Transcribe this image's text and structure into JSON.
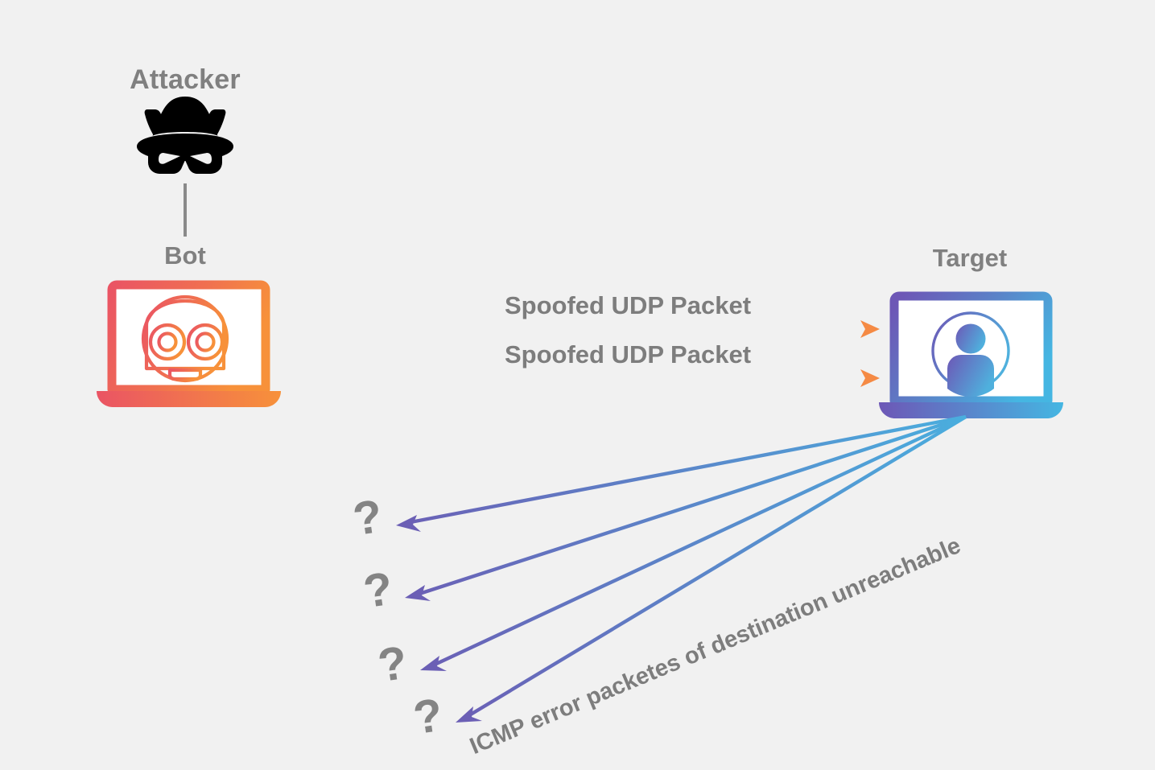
{
  "diagram": {
    "title_nodes": {
      "attacker": "Attacker",
      "bot": "Bot",
      "target": "Target"
    },
    "icons": {
      "attacker": "spy-hat-mask-icon",
      "bot": "robot-face-icon",
      "target": "user-person-icon"
    },
    "flows": {
      "outbound": [
        {
          "label": "Spoofed UDP Packet"
        },
        {
          "label": "Spoofed UDP Packet"
        }
      ],
      "inbound_label": "ICMP error packetes of destination unreachable",
      "inbound_count": 4,
      "unknown_markers": [
        "?",
        "?",
        "?",
        "?"
      ]
    },
    "colors": {
      "background": "#f1f1f1",
      "text_gray": "#808080",
      "bot_gradient_start": "#ea5b6a",
      "bot_gradient_end": "#f68b3c",
      "target_gradient_start": "#6d5ab4",
      "target_gradient_end": "#45b6e0",
      "udp_arrow_start": "#e8566e",
      "udp_arrow_end": "#f58a44",
      "icmp_arrow_start": "#4aaede",
      "icmp_arrow_end": "#6b5fb5",
      "attacker_icon": "#000000",
      "connector_line": "#8a8a8a"
    }
  }
}
